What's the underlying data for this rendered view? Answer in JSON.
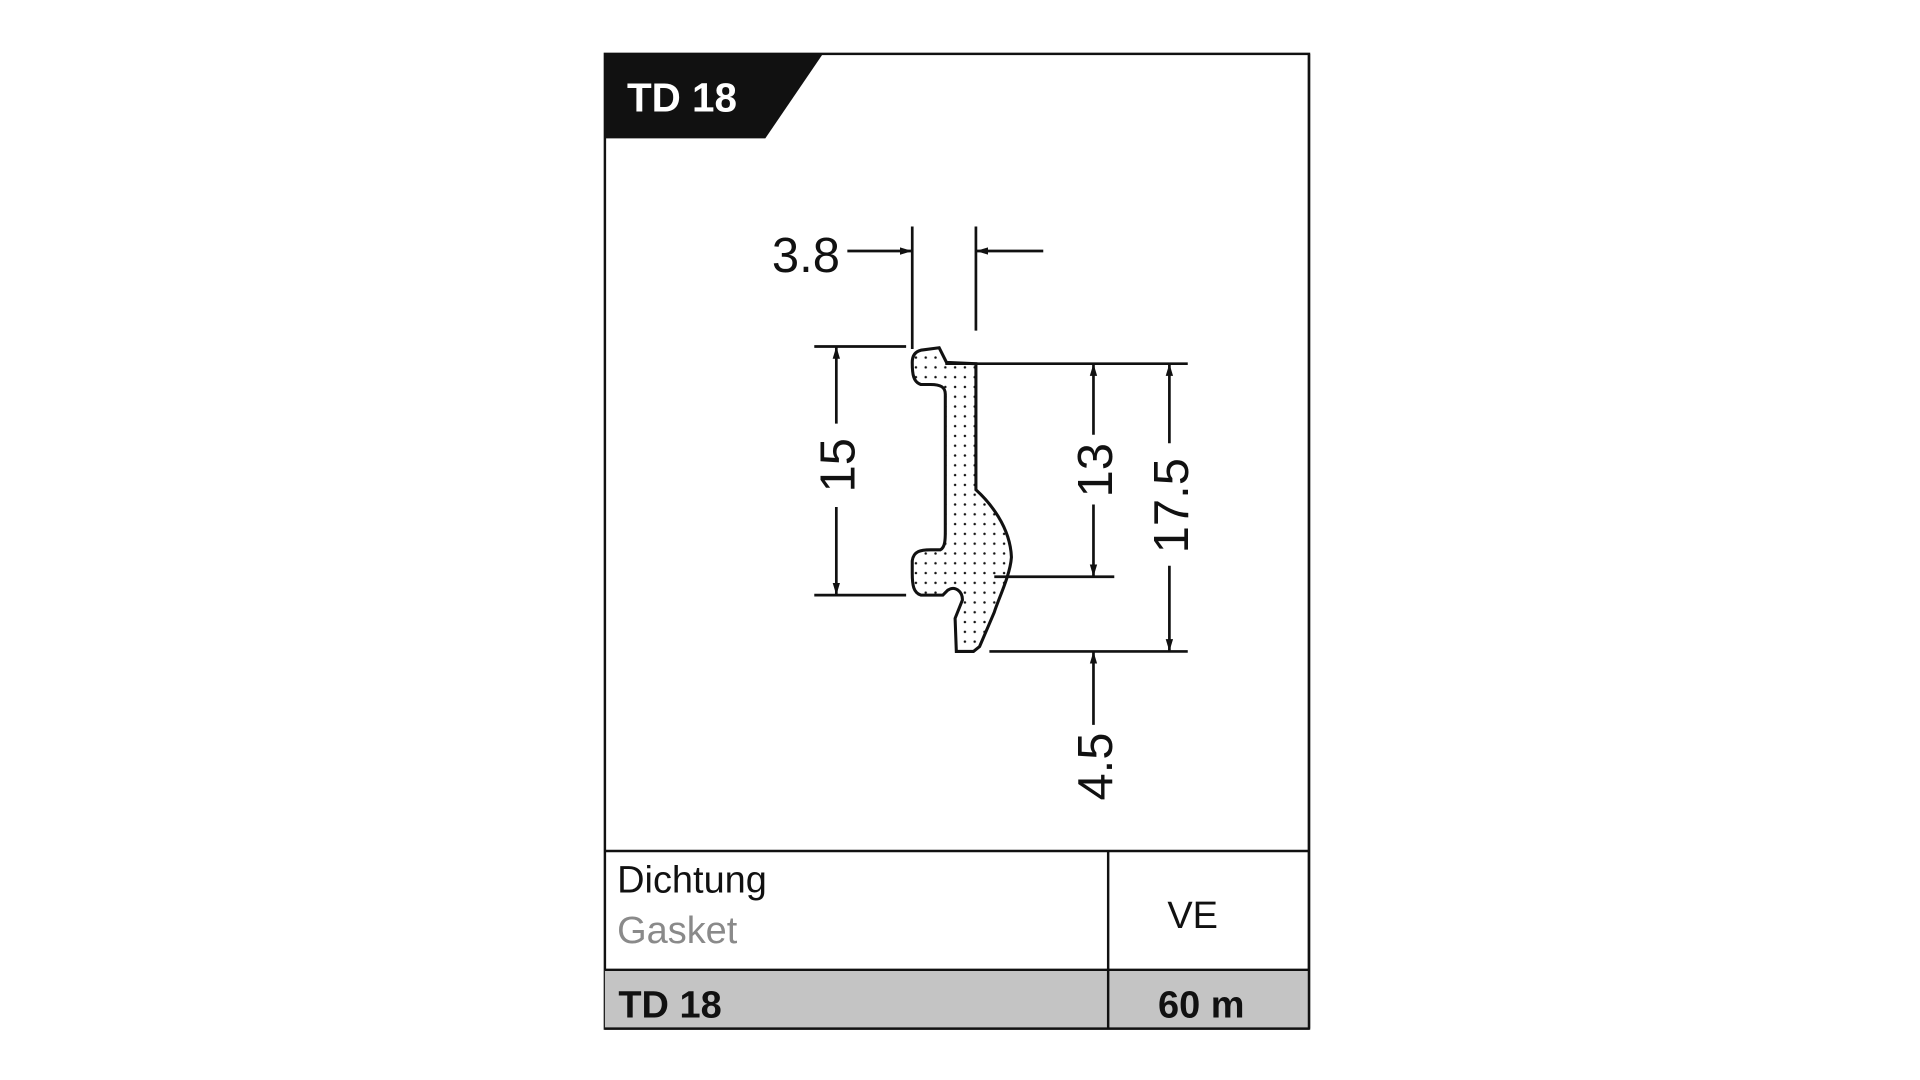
{
  "header": {
    "product_code": "TD 18"
  },
  "dimensions": {
    "width_top": "3.8",
    "height_left": "15",
    "height_inner": "13",
    "height_total": "17.5",
    "lip_height": "4.5"
  },
  "table": {
    "name_de": "Dichtung",
    "name_en": "Gasket",
    "unit_label": "VE",
    "product_code": "TD 18",
    "unit_value": "60 m"
  },
  "colors": {
    "header_bg": "#111111",
    "footer_row_bg": "#c4c4c4",
    "subtitle_gray": "#8a8a8a"
  }
}
